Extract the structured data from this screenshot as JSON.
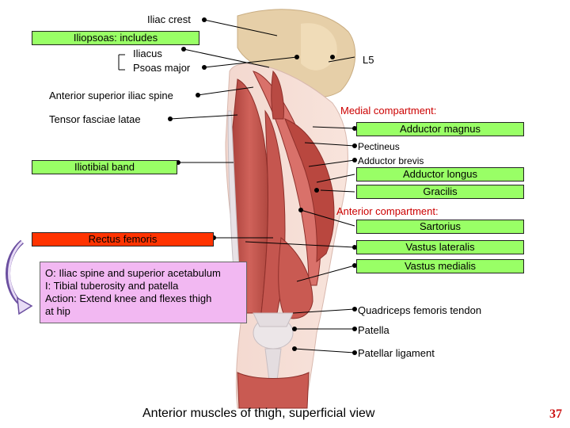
{
  "labels": {
    "iliac_crest": "Iliac crest",
    "iliopsoas": "Iliopsoas: includes",
    "iliacus": "Iliacus",
    "psoas_major": "Psoas major",
    "l5": "L5",
    "asis": "Anterior superior iliac spine",
    "tfl": "Tensor fasciae latae",
    "medial_compartment": "Medial compartment:",
    "adductor_magnus": "Adductor magnus",
    "pectineus": "Pectineus",
    "adductor_brevis": "Adductor brevis",
    "iliotibial_band": "Iliotibial band",
    "adductor_longus": "Adductor longus",
    "gracilis": "Gracilis",
    "anterior_compartment": "Anterior compartment:",
    "sartorius": "Sartorius",
    "rectus_femoris": "Rectus femoris",
    "vastus_lateralis": "Vastus lateralis",
    "vastus_medialis": "Vastus medialis",
    "quadriceps_tendon": "Quadriceps femoris tendon",
    "patella": "Patella",
    "patellar_ligament": "Patellar ligament"
  },
  "info_box": {
    "origin": "O: Iliac spine and superior acetabulum",
    "insertion": "I: Tibial tuberosity and patella",
    "action_line1": "Action: Extend knee and flexes thigh",
    "action_line2": "at hip"
  },
  "caption": "Anterior muscles of thigh, superficial view",
  "page_number": "37",
  "colors": {
    "label_box_green": "#99ff66",
    "highlight_red": "#ff3300",
    "info_box_pink": "#f2b8f2",
    "page_number_red": "#cc1111",
    "muscle_red": "#c8504a",
    "bone_tan": "#e6cfa8"
  }
}
